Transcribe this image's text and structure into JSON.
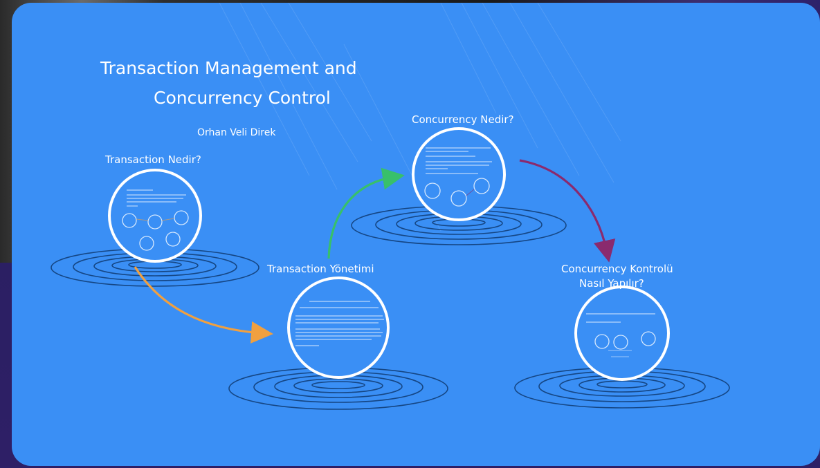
{
  "presentation": {
    "title_line1": "Transaction Management and",
    "title_line2": "Concurrency Control",
    "author": "Orhan Veli Direk"
  },
  "topics": {
    "transaction_nedir": "Transaction Nedir?",
    "concurrency_nedir": "Concurrency Nedir?",
    "transaction_yonetimi": "Transaction Yönetimi",
    "concurrency_kontrolu_line1": "Concurrency Kontrolü",
    "concurrency_kontrolu_line2": "Nasıl Yapılır?"
  },
  "colors": {
    "slide_background": "#3a8ff5",
    "arrow_orange": "#f0a040",
    "arrow_green": "#38c06a",
    "arrow_purple": "#8a2a6e"
  }
}
